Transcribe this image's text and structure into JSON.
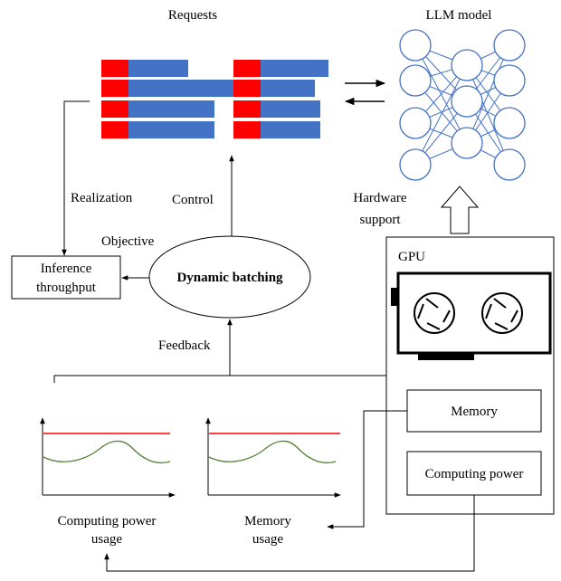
{
  "labels": {
    "requests": "Requests",
    "llm_model": "LLM model",
    "realization": "Realization",
    "control": "Control",
    "objective": "Objective",
    "hardware_support_line1": "Hardware",
    "hardware_support_line2": "support",
    "inference_line1": "Inference",
    "inference_line2": "throughput",
    "dynamic_batching": "Dynamic batching",
    "feedback": "Feedback",
    "gpu": "GPU",
    "memory": "Memory",
    "computing_power": "Computing power",
    "computing_power_usage_line1": "Computing power",
    "computing_power_usage_line2": "usage",
    "memory_usage_line1": "Memory",
    "memory_usage_line2": "usage"
  },
  "colors": {
    "request_head": "#ff0000",
    "request_body": "#4472c4",
    "neuron": "#4472c4",
    "threshold_line": "#ff0000",
    "usage_curve": "#548235"
  }
}
